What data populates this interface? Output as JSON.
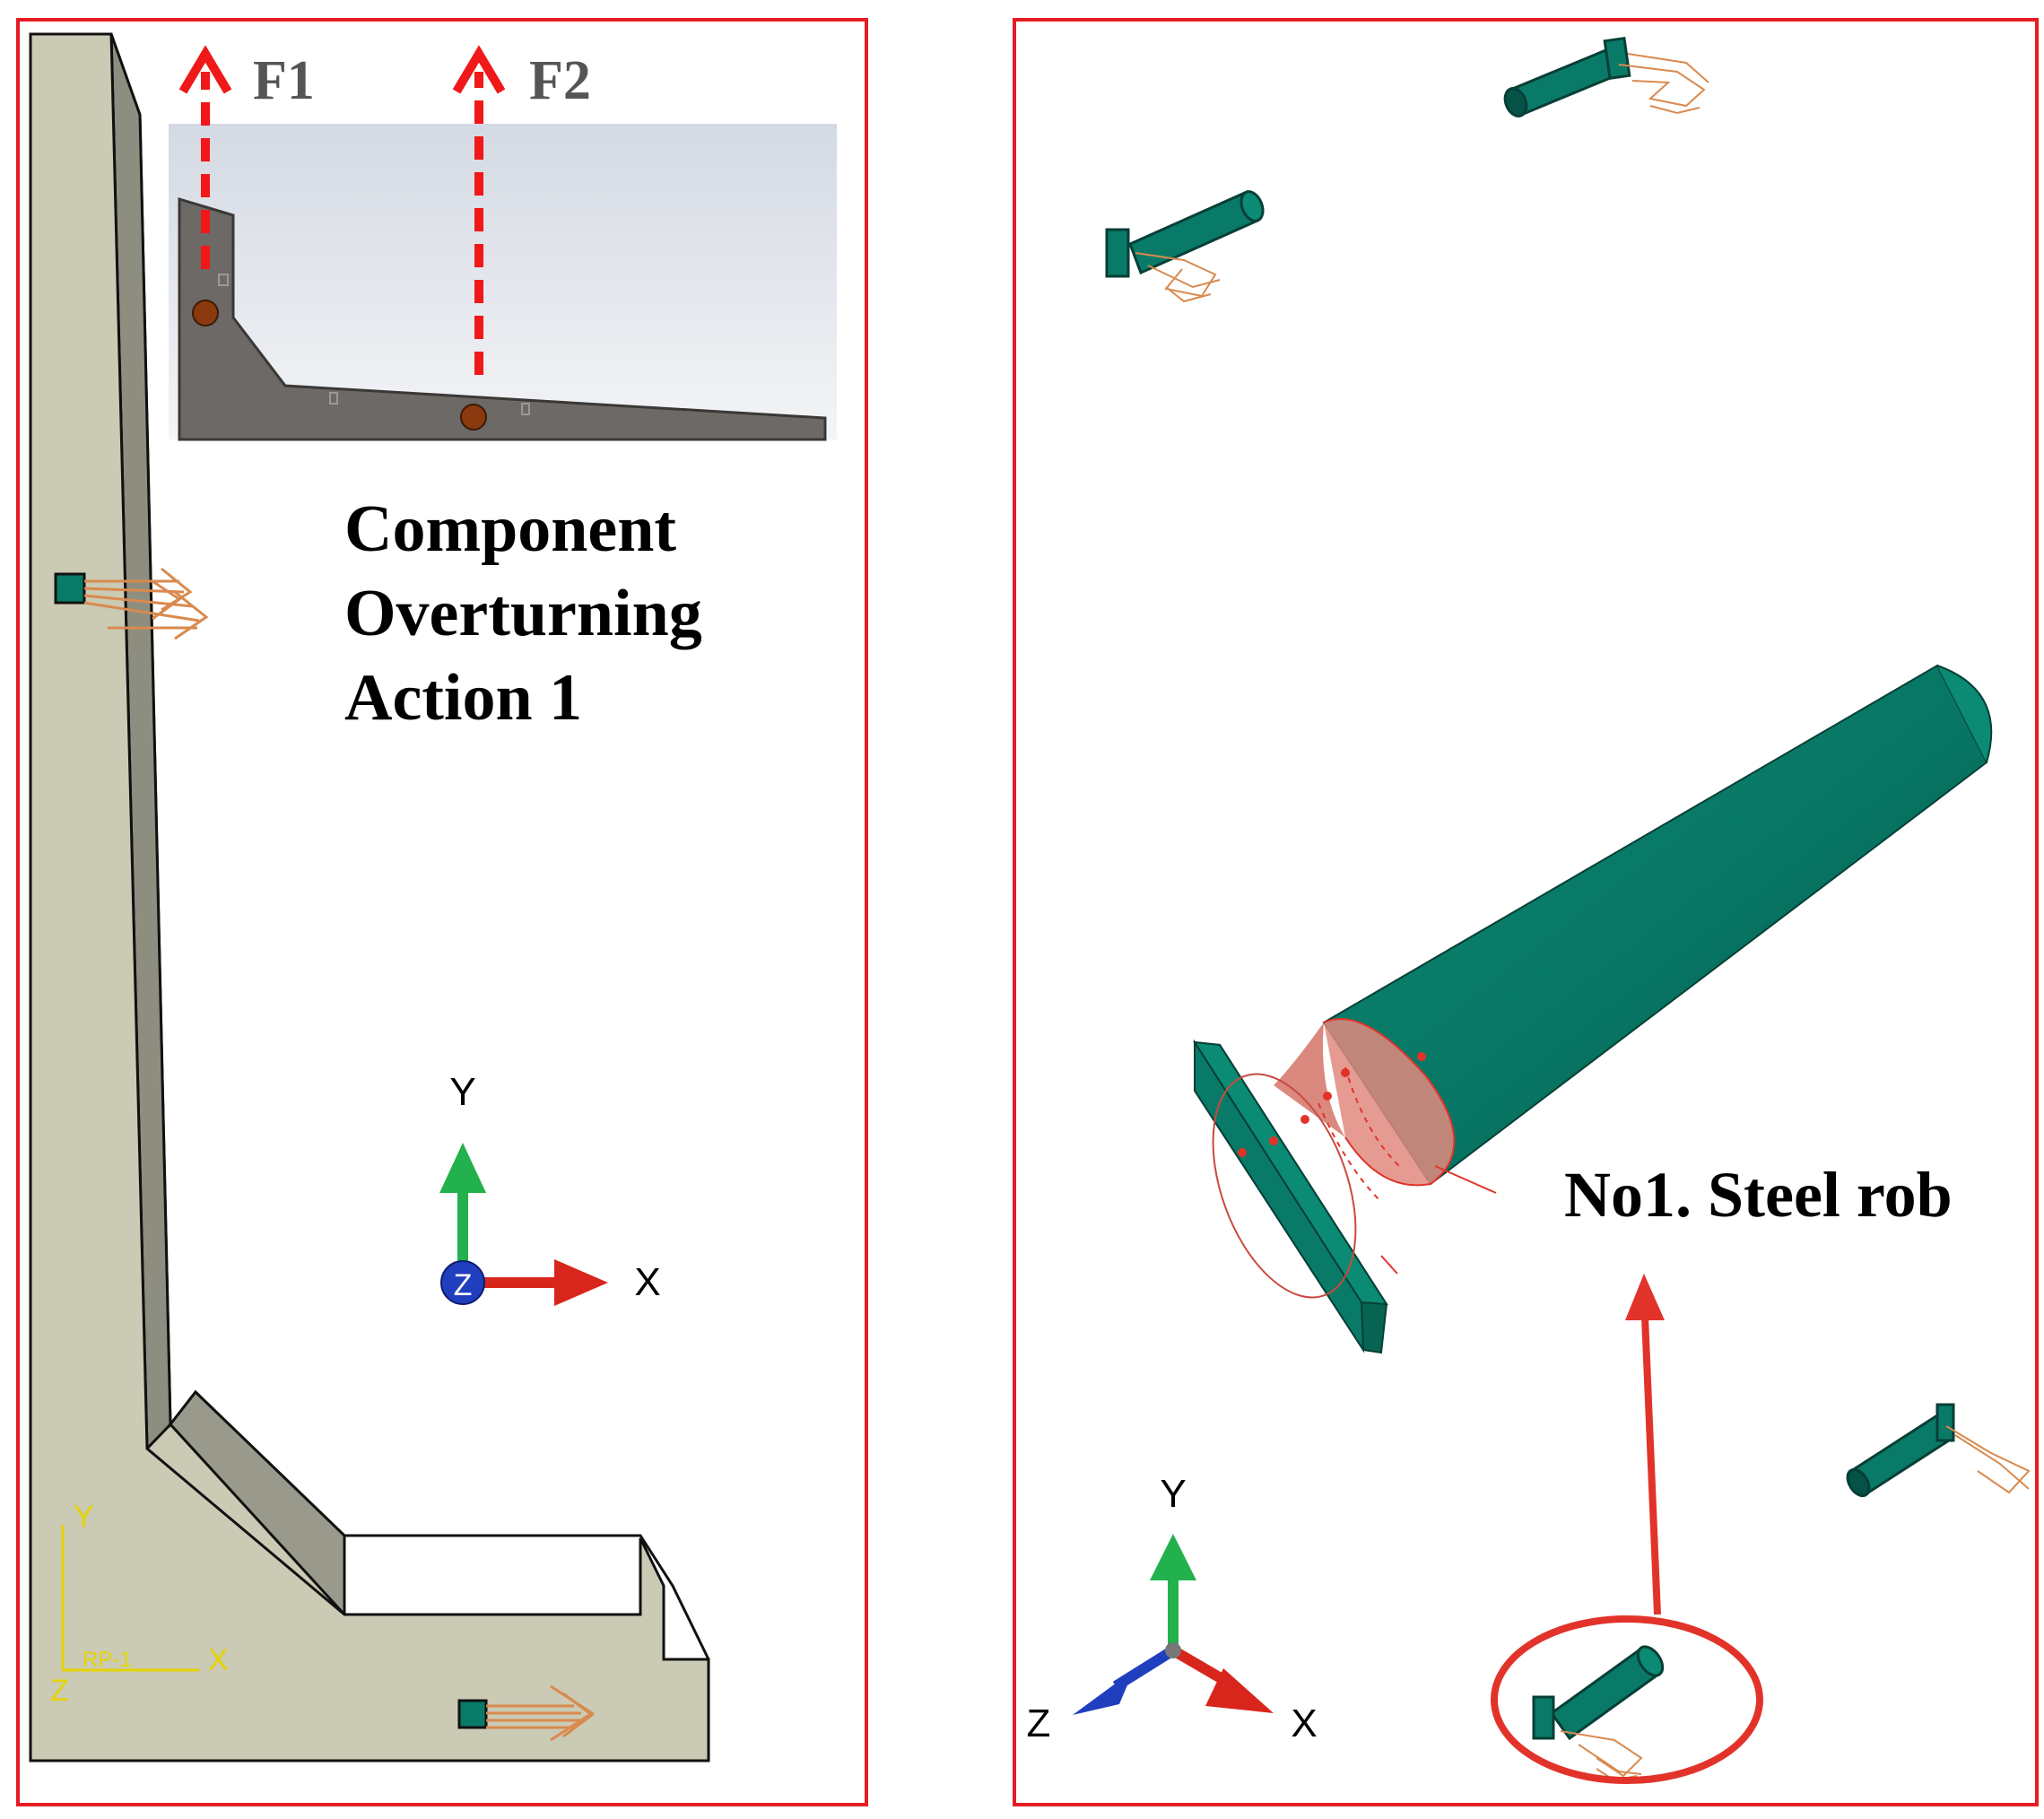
{
  "left_panel": {
    "force_labels": [
      "F1",
      "F2"
    ],
    "caption_lines": [
      "Component",
      "Overturning",
      "Action 1"
    ],
    "axis_labels": {
      "y": "Y",
      "x": "X",
      "z": "Z"
    },
    "small_triad": {
      "y": "Y",
      "x": "X",
      "z": "Z",
      "reference_point": "RP-1"
    }
  },
  "right_panel": {
    "callout": "No1. Steel rob",
    "axis_labels": {
      "y": "Y",
      "x": "X",
      "z": "Z"
    }
  },
  "colors": {
    "panel_border": "#e51c23",
    "concrete_face": "#cbcab4",
    "concrete_edge": "#8a8a7a",
    "steel_teal": "#0a7a68",
    "steel_dark": "#075a4d",
    "load_orange": "#d98a4e",
    "highlight_red": "#e2332b",
    "axis_green": "#22b14c",
    "axis_red": "#d9261c",
    "axis_blue": "#1f3fbf",
    "dashed_arrow": "#f01818",
    "inset_body": "#6d6966"
  }
}
